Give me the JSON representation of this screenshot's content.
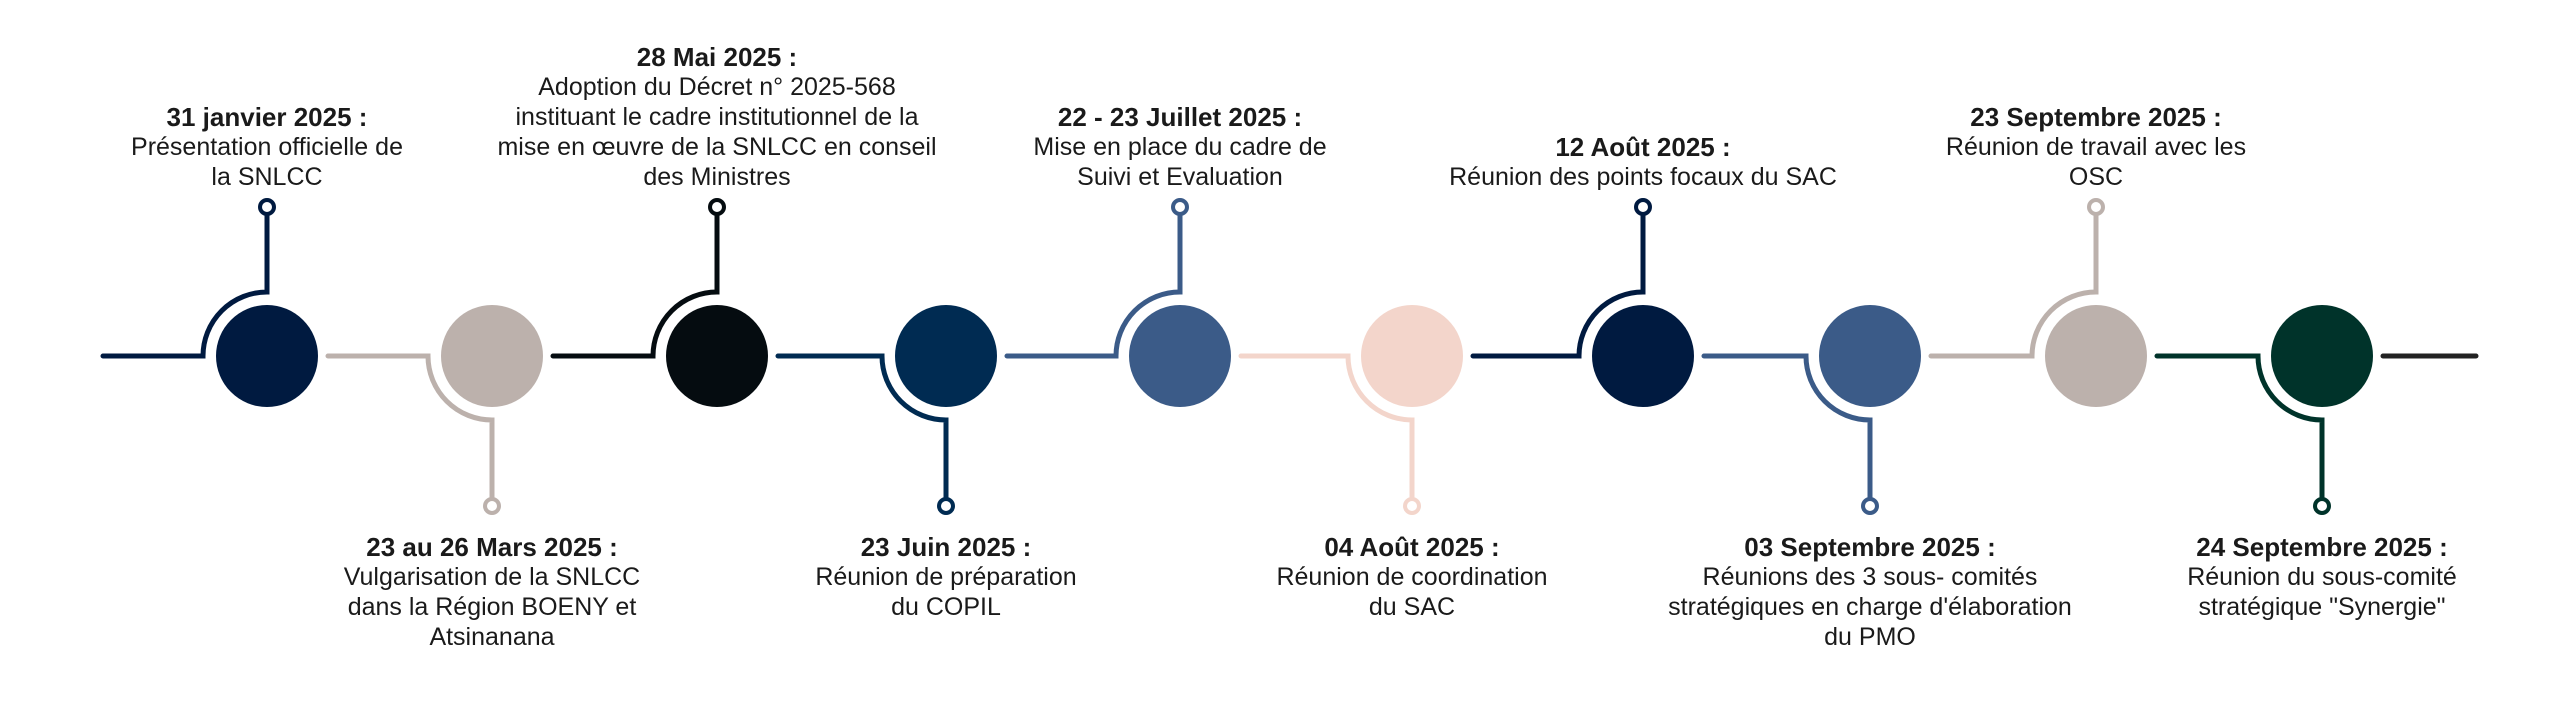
{
  "title": "Timeline SNLCC 2025",
  "events": [
    {
      "date": "31 janvier 2025 :",
      "lines": [
        "Présentation officielle de",
        "la SNLCC"
      ],
      "position": "top",
      "color": "#001a40"
    },
    {
      "date": "23 au 26 Mars 2025 :",
      "lines": [
        "Vulgarisation de la SNLCC",
        "dans la Région BOENY et",
        "Atsinanana"
      ],
      "position": "bottom",
      "color": "#bcb1ac"
    },
    {
      "date": "28 Mai 2025 :",
      "lines": [
        "Adoption du Décret n° 2025-568",
        "instituant le cadre institutionnel de la",
        "mise en œuvre de la SNLCC en conseil",
        "des Ministres"
      ],
      "position": "top",
      "color": "#050c10"
    },
    {
      "date": "23 Juin 2025 :",
      "lines": [
        "Réunion de préparation",
        "du COPIL"
      ],
      "position": "bottom",
      "color": "#002b52"
    },
    {
      "date": "22 - 23 Juillet 2025 :",
      "lines": [
        "Mise en place du cadre de",
        "Suivi et Evaluation"
      ],
      "position": "top",
      "color": "#3b5b88"
    },
    {
      "date": "04 Août 2025 :",
      "lines": [
        "Réunion de coordination",
        "du SAC"
      ],
      "position": "bottom",
      "color": "#f3d5cb"
    },
    {
      "date": "12 Août 2025 :",
      "lines": [
        "Réunion des points focaux du SAC"
      ],
      "position": "top",
      "color": "#001a40"
    },
    {
      "date": "03 Septembre 2025 :",
      "lines": [
        "Réunions des 3 sous- comités",
        "stratégiques en charge d'élaboration",
        "du PMO"
      ],
      "position": "bottom",
      "color": "#3b5b88"
    },
    {
      "date": "23 Septembre 2025 :",
      "lines": [
        "Réunion de travail avec les",
        "OSC"
      ],
      "position": "top",
      "color": "#bcb1ac"
    },
    {
      "date": "24 Septembre 2025 :",
      "lines": [
        "Réunion du sous-comité",
        "stratégique \"Synergie\""
      ],
      "position": "bottom",
      "color": "#00332a"
    }
  ],
  "end_line_color": "#222222"
}
